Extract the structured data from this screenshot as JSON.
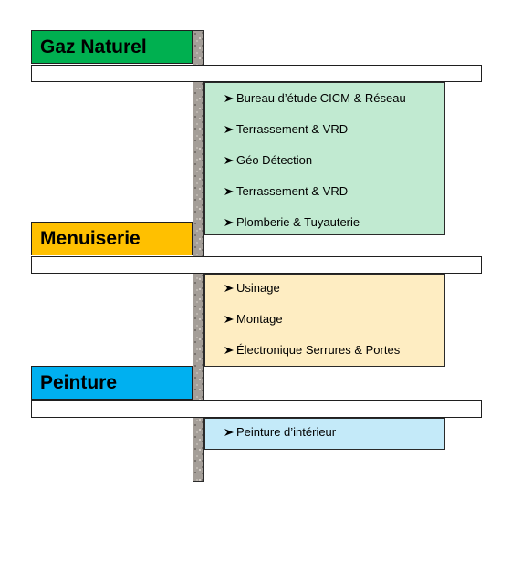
{
  "sections": [
    {
      "title": "Gaz Naturel",
      "color": "#00b050",
      "panel_color": "#c1ead1",
      "items": [
        "Bureau d’étude CICM & Réseau",
        "Terrassement & VRD",
        "Géo Détection",
        "Terrassement & VRD",
        "Plomberie & Tuyauterie"
      ]
    },
    {
      "title": "Menuiserie",
      "color": "#ffc000",
      "panel_color": "#feedc2",
      "items": [
        "Usinage",
        "Montage",
        "Électronique Serrures & Portes"
      ]
    },
    {
      "title": "Peinture",
      "color": "#00b0f0",
      "panel_color": "#c4eaf9",
      "items": [
        "Peinture d’intérieur"
      ]
    }
  ]
}
